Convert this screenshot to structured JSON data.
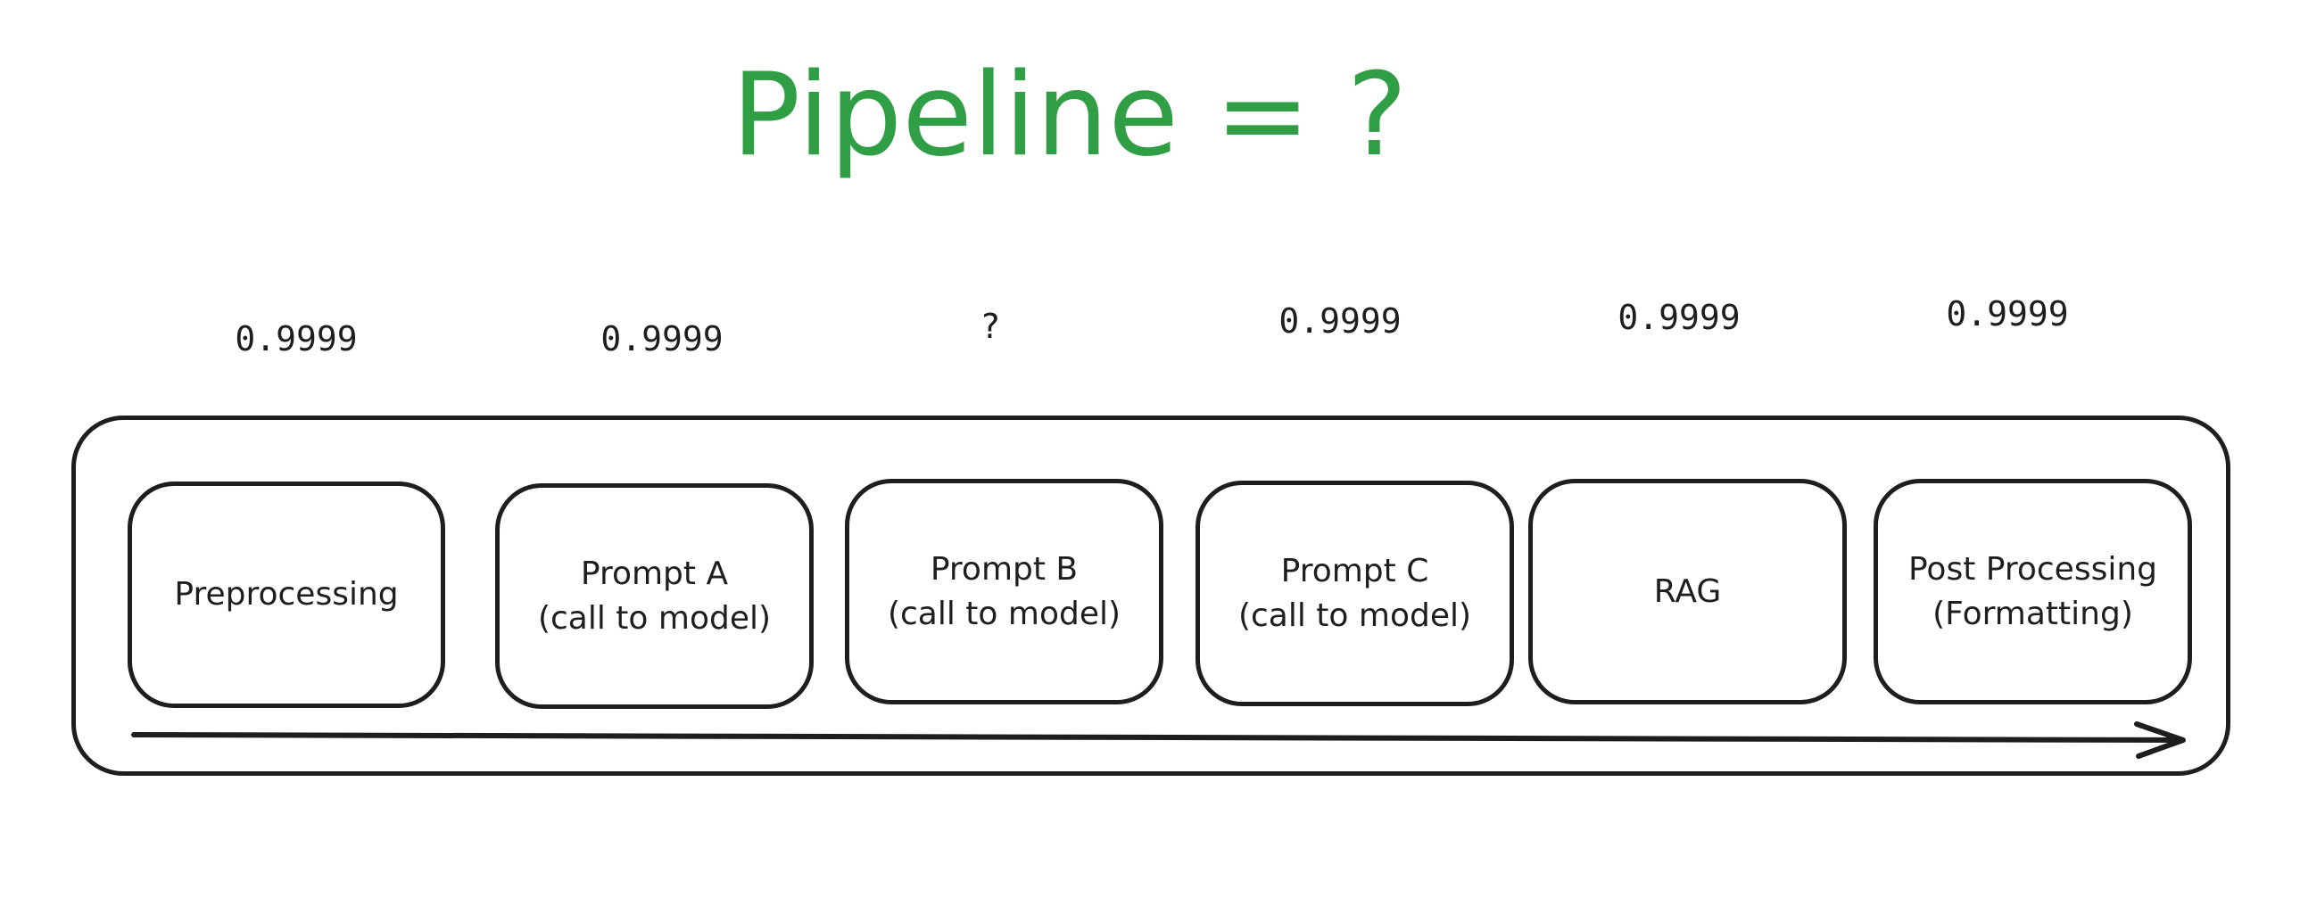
{
  "title": "Pipeline = ?",
  "accent_color": "#2f9e44",
  "stroke_color": "#1e1e1e",
  "stages": [
    {
      "label": "Preprocessing",
      "score": "0.9999"
    },
    {
      "label": "Prompt A\n(call to model)",
      "score": "0.9999"
    },
    {
      "label": "Prompt B\n(call to model)",
      "score": "?"
    },
    {
      "label": "Prompt C\n(call to model)",
      "score": "0.9999"
    },
    {
      "label": "RAG",
      "score": "0.9999"
    },
    {
      "label": "Post Processing\n(Formatting)",
      "score": "0.9999"
    }
  ]
}
